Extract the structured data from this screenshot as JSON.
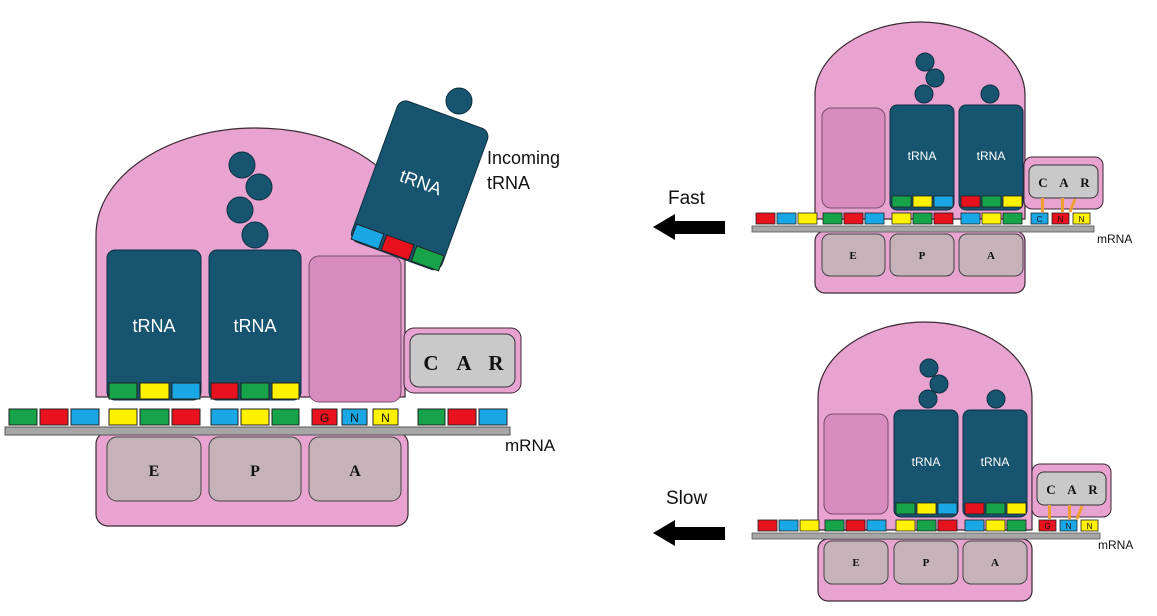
{
  "colors": {
    "ribosome": "#e8a3d1",
    "ribosome_edge": "#3a2a33",
    "site_box": "#c5b3b9",
    "trna": "#165470",
    "empty_slot": "#d88bbf",
    "car_box": "#c9c9c9",
    "mrna_strand": "#a6a6a6",
    "codon_red": "#e8121e",
    "codon_green": "#17a34a",
    "codon_blue": "#1aa7e6",
    "codon_yellow": "#fff200"
  },
  "main": {
    "trna_label": "tRNA",
    "incoming_label_line1": "Incoming",
    "incoming_label_line2": "tRNA",
    "car_letters": [
      "C",
      "A",
      "R"
    ],
    "site_labels": [
      "E",
      "P",
      "A"
    ],
    "mrna_label": "mRNA",
    "a_site_codon": [
      "G",
      "N",
      "N"
    ]
  },
  "fast_panel": {
    "arrow_label": "Fast",
    "trna_label": "tRNA",
    "car_letters": [
      "C",
      "A",
      "R"
    ],
    "site_labels": [
      "E",
      "P",
      "A"
    ],
    "mrna_label": "mRNA",
    "car_codon": [
      "C",
      "N",
      "N"
    ]
  },
  "slow_panel": {
    "arrow_label": "Slow",
    "trna_label": "tRNA",
    "car_letters": [
      "C",
      "A",
      "R"
    ],
    "site_labels": [
      "E",
      "P",
      "A"
    ],
    "mrna_label": "mRNA",
    "car_codon": [
      "G",
      "N",
      "N"
    ]
  }
}
